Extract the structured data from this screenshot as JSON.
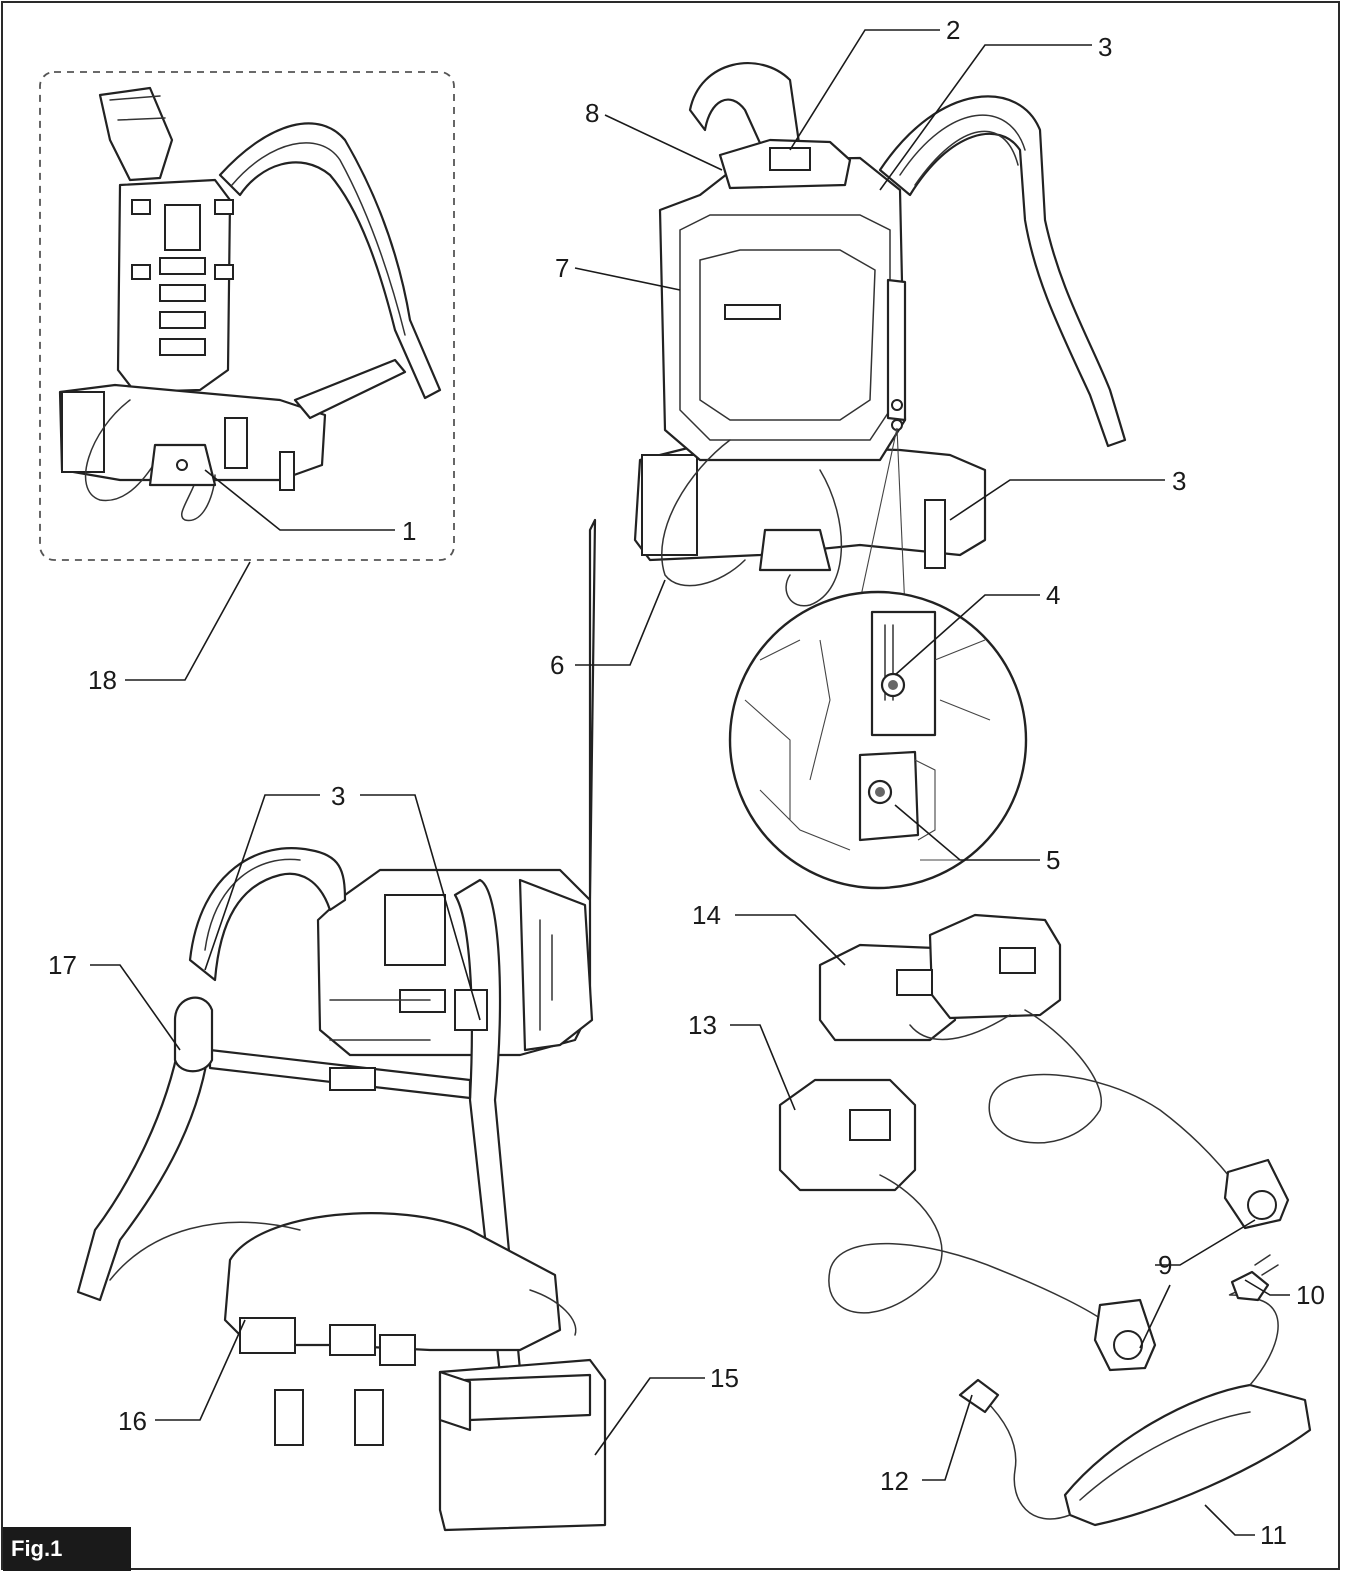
{
  "figure": {
    "tag": "Fig.1"
  },
  "callouts": [
    "1",
    "2",
    "3",
    "4",
    "5",
    "6",
    "7",
    "8",
    "9",
    "10",
    "11",
    "12",
    "13",
    "14",
    "15",
    "16",
    "17",
    "18"
  ]
}
